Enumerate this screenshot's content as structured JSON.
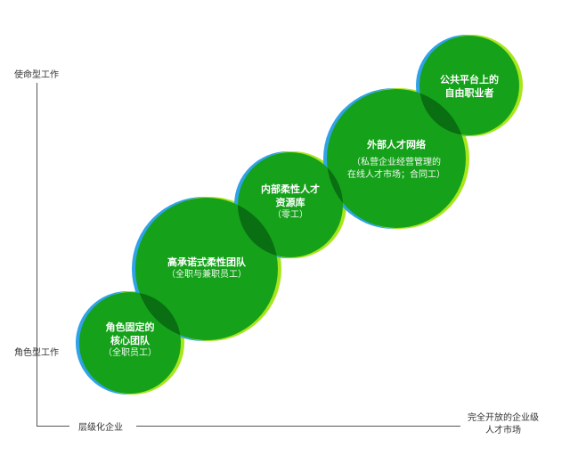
{
  "axes": {
    "y_top_label": "使命型工作",
    "y_bottom_label": "角色型工作",
    "x_left_label": "层级化企业",
    "x_right_label_line1": "完全开放的企业级",
    "x_right_label_line2": "人才市场"
  },
  "colors": {
    "circle_fill": "#15a11a",
    "circle_overlap": "#0a6e12",
    "rim_blue": "#2fa3e6",
    "rim_lime": "#a8e61a",
    "axis": "#555555"
  },
  "circles": [
    {
      "title_line1": "角色固定的",
      "title_line2": "核心团队",
      "subtitle_line1": "（全职员工）",
      "subtitle_line2": ""
    },
    {
      "title_line1": "高承诺式柔性团队",
      "title_line2": "",
      "subtitle_line1": "（全职与兼职员工）",
      "subtitle_line2": ""
    },
    {
      "title_line1": "内部柔性人才",
      "title_line2": "资源库",
      "subtitle_line1": "（零工）",
      "subtitle_line2": ""
    },
    {
      "title_line1": "外部人才网络",
      "title_line2": "",
      "subtitle_line1": "（私营企业经营管理的",
      "subtitle_line2": "在线人才市场；合同工）"
    },
    {
      "title_line1": "公共平台上的",
      "title_line2": "自由职业者",
      "subtitle_line1": "",
      "subtitle_line2": ""
    }
  ]
}
